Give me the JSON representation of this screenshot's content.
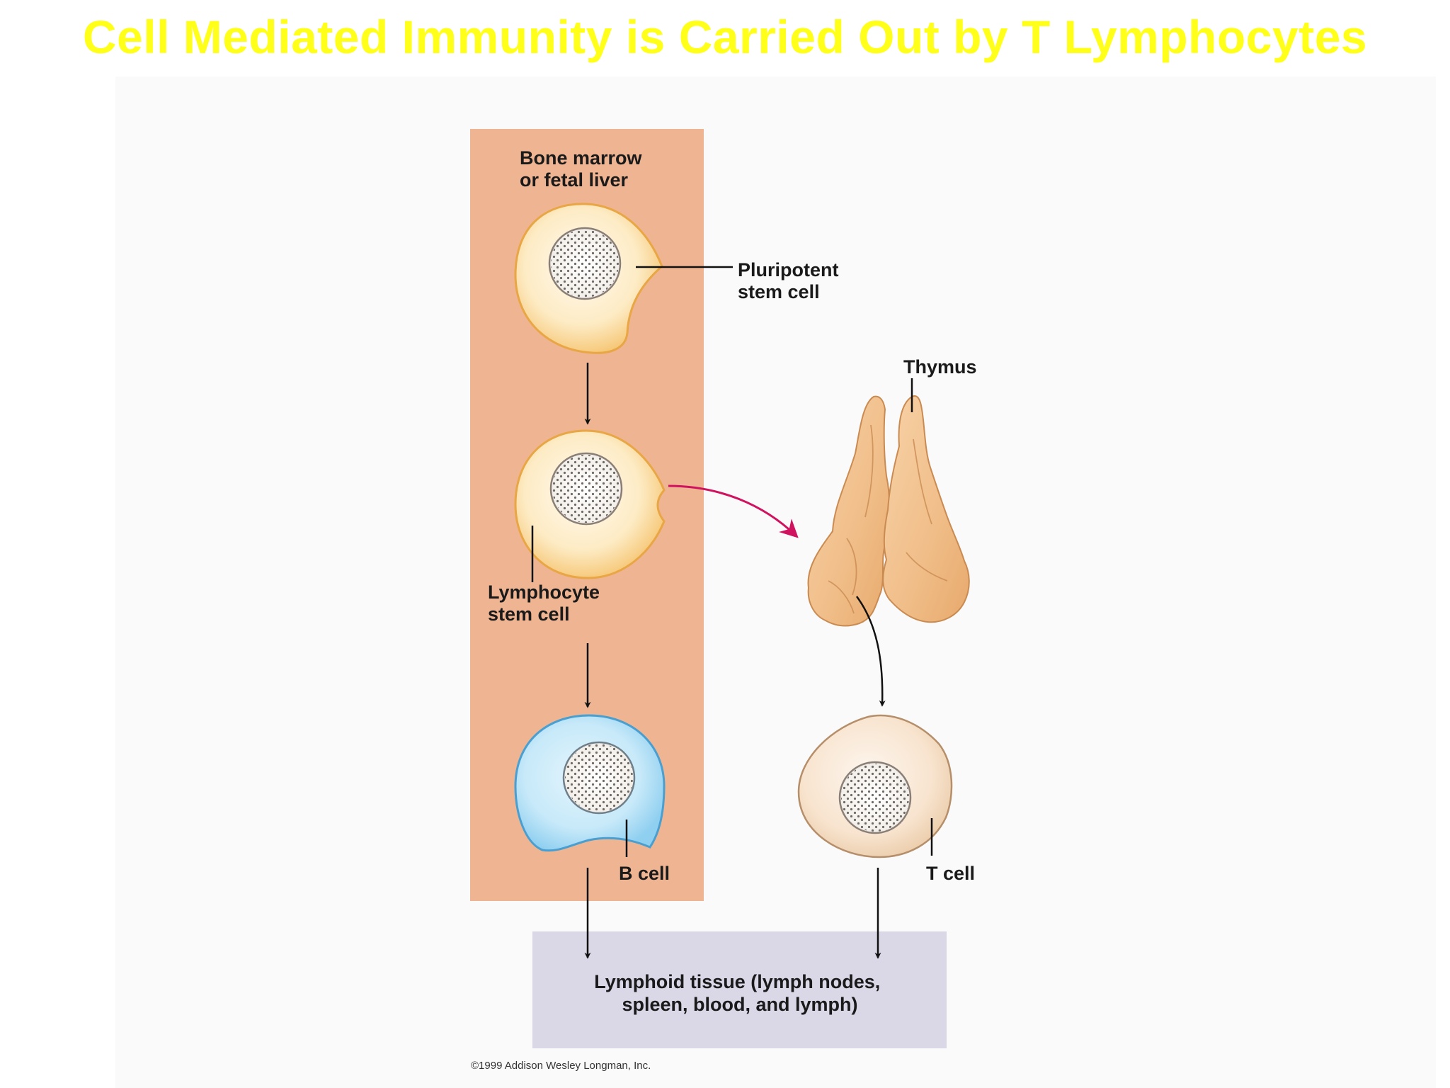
{
  "title": "Cell Mediated Immunity is Carried Out by T Lymphocytes",
  "labels": {
    "bone_marrow_line1": "Bone marrow",
    "bone_marrow_line2": "or fetal liver",
    "pluripotent_line1": "Pluripotent",
    "pluripotent_line2": "stem cell",
    "thymus": "Thymus",
    "lymphocyte_line1": "Lymphocyte",
    "lymphocyte_line2": "stem cell",
    "b_cell": "B cell",
    "t_cell": "T cell",
    "lymphoid_line1": "Lymphoid tissue (lymph nodes,",
    "lymphoid_line2": "spleen, blood, and lymph)"
  },
  "copyright": "©1999 Addison Wesley Longman, Inc.",
  "colors": {
    "title": "#ffff1a",
    "bone_marrow_box": "#efb592",
    "lymphoid_box": "#dad7e7",
    "stem_cell_fill": "#fdebc4",
    "b_cell_fill": "#a9dbf3",
    "t_cell_fill": "#f8e4cf",
    "thymus_fill": "#f2c18d",
    "thymus_arrow": "#d0135f"
  }
}
